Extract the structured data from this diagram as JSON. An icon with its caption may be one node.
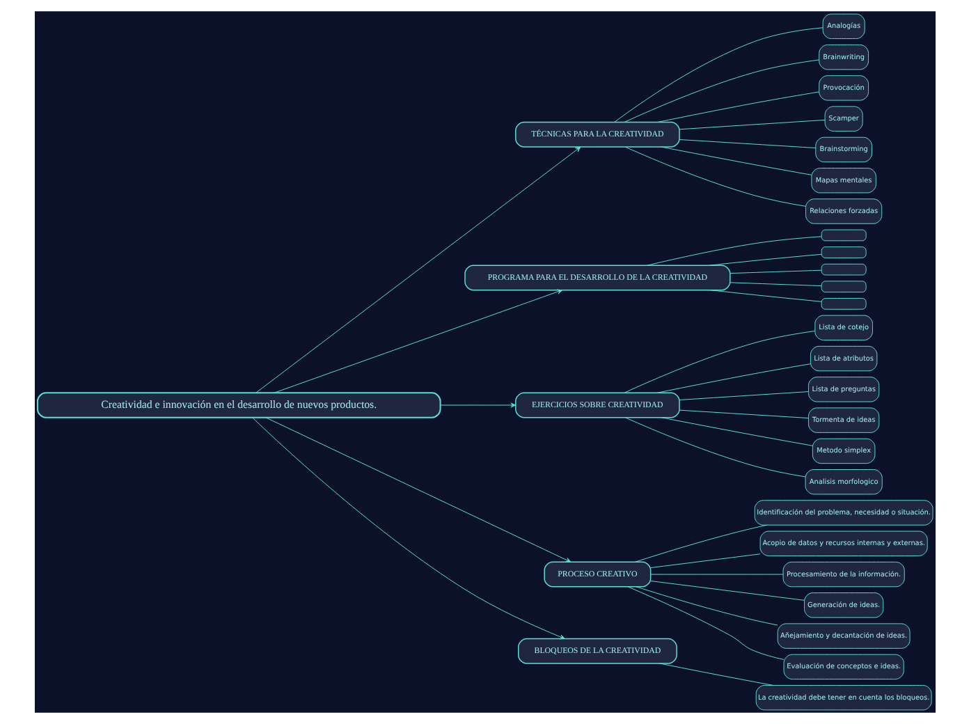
{
  "diagram": {
    "nodes": [
      {
        "text": [
          "Creatividad e innovación en el desarrollo de nuevos productos."
        ]
      },
      {
        "text": [
          "TÉCNICAS PARA LA CREATIVIDAD"
        ]
      },
      {
        "text": [
          "Analogías"
        ]
      },
      {
        "text": [
          "Brainwriting"
        ]
      },
      {
        "text": [
          "Provocación"
        ]
      },
      {
        "text": [
          "Scamper"
        ]
      },
      {
        "text": [
          "Brainstorming"
        ]
      },
      {
        "text": [
          "Mapas mentales"
        ]
      },
      {
        "text": [
          "Relaciones forzadas"
        ]
      },
      {
        "text": [
          "PROGRAMA PARA EL DESARROLLO DE LA CREATIVIDAD"
        ]
      },
      {
        "text": [],
        "shape": "box"
      },
      {
        "text": [],
        "shape": "box"
      },
      {
        "text": [],
        "shape": "box"
      },
      {
        "text": [],
        "shape": "box"
      },
      {
        "text": [],
        "shape": "box"
      },
      {
        "text": [
          "EJERCICIOS SOBRE CREATIVIDAD"
        ]
      },
      {
        "text": [
          "Lista de cotejo"
        ]
      },
      {
        "text": [
          "Lista de atributos"
        ]
      },
      {
        "text": [
          "Lista de preguntas"
        ]
      },
      {
        "text": [
          "Tormenta de ideas"
        ]
      },
      {
        "text": [
          "Metodo simplex"
        ]
      },
      {
        "text": [
          "Analisis morfologico"
        ]
      },
      {
        "text": [
          "PROCESO CREATIVO"
        ]
      },
      {
        "text": [
          "Identificación del problema, necesidad o situación."
        ]
      },
      {
        "text": [
          "Acopio de datos y recursos internas y externas."
        ]
      },
      {
        "text": [
          "Procesamiento de la información."
        ]
      },
      {
        "text": [
          "Generación de ideas."
        ]
      },
      {
        "text": [
          "Añejamiento y decantación de ideas."
        ]
      },
      {
        "text": [
          "Evaluación de conceptos e ideas."
        ]
      },
      {
        "text": [
          "BLOQUEOS DE LA CREATIVIDAD"
        ]
      },
      {
        "text": [
          "La creatividad debe tener en cuenta los bloqueos."
        ]
      }
    ],
    "edges": [
      {
        "from": 0,
        "to": 1,
        "arrow": "to"
      },
      {
        "from": 1,
        "to": 2,
        "arrow": "none"
      },
      {
        "from": 1,
        "to": 3,
        "arrow": "none"
      },
      {
        "from": 1,
        "to": 4,
        "arrow": "none"
      },
      {
        "from": 1,
        "to": 5,
        "arrow": "none"
      },
      {
        "from": 1,
        "to": 6,
        "arrow": "none"
      },
      {
        "from": 1,
        "to": 7,
        "arrow": "none"
      },
      {
        "from": 1,
        "to": 8,
        "arrow": "none"
      },
      {
        "from": 0,
        "to": 9,
        "arrow": "to"
      },
      {
        "from": 9,
        "to": 10,
        "arrow": "none"
      },
      {
        "from": 9,
        "to": 11,
        "arrow": "none"
      },
      {
        "from": 9,
        "to": 12,
        "arrow": "none"
      },
      {
        "from": 9,
        "to": 13,
        "arrow": "none"
      },
      {
        "from": 9,
        "to": 14,
        "arrow": "none"
      },
      {
        "from": 0,
        "to": 15,
        "arrow": "to"
      },
      {
        "from": 15,
        "to": 16,
        "arrow": "none"
      },
      {
        "from": 15,
        "to": 17,
        "arrow": "none"
      },
      {
        "from": 15,
        "to": 18,
        "arrow": "none"
      },
      {
        "from": 15,
        "to": 19,
        "arrow": "none"
      },
      {
        "from": 15,
        "to": 20,
        "arrow": "none"
      },
      {
        "from": 15,
        "to": 21,
        "arrow": "none"
      },
      {
        "from": 0,
        "to": 22,
        "arrow": "to"
      },
      {
        "from": 22,
        "to": 23,
        "arrow": "none"
      },
      {
        "from": 22,
        "to": 24,
        "arrow": "none"
      },
      {
        "from": 22,
        "to": 25,
        "arrow": "none"
      },
      {
        "from": 22,
        "to": 26,
        "arrow": "none"
      },
      {
        "from": 22,
        "to": 27,
        "arrow": "none"
      },
      {
        "from": 22,
        "to": 28,
        "arrow": "none"
      },
      {
        "from": 0,
        "to": 29,
        "arrow": "to"
      },
      {
        "from": 29,
        "to": 30,
        "arrow": "none"
      }
    ]
  }
}
